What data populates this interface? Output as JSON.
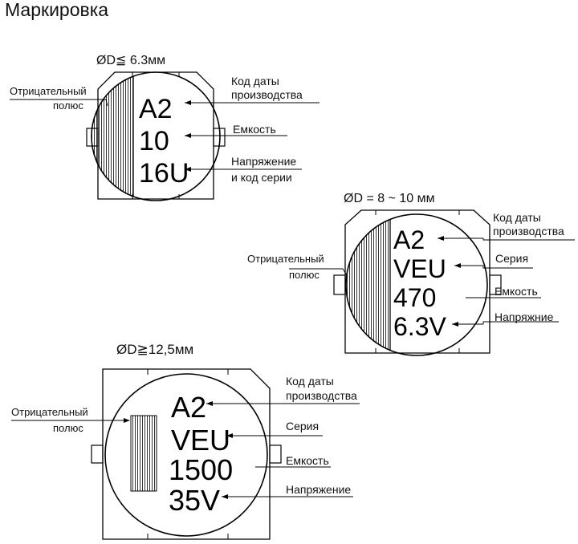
{
  "title": "Маркировка",
  "colors": {
    "ink": "#000000",
    "background": "#ffffff"
  },
  "small": {
    "size_label": "ØD≦ 6.3мм",
    "marking": [
      "A2",
      "10",
      "16U"
    ],
    "neg_label": [
      "Отрицательный",
      "полюс"
    ],
    "date_label": [
      "Код даты",
      "производства"
    ],
    "cap_label": "Емкость",
    "volt_label": [
      "Напряжение",
      "и код серии"
    ]
  },
  "medium": {
    "size_label": "ØD = 8 ~ 10 мм",
    "marking": [
      "A2",
      "VEU",
      "470",
      "6.3V"
    ],
    "neg_label": [
      "Отрицательный",
      "полюс"
    ],
    "date_label": [
      "Код даты",
      "производства"
    ],
    "series_label": "Серия",
    "cap_label": "Емкость",
    "volt_label": "Напряжние"
  },
  "large": {
    "size_label": "ØD≧12,5мм",
    "marking": [
      "A2",
      "VEU",
      "1500",
      "35V"
    ],
    "neg_label": [
      "Отрицательный",
      "полюс"
    ],
    "date_label": [
      "Код даты",
      "производства"
    ],
    "series_label": "Серия",
    "cap_label": "Емкость",
    "volt_label": "Напряжение"
  }
}
